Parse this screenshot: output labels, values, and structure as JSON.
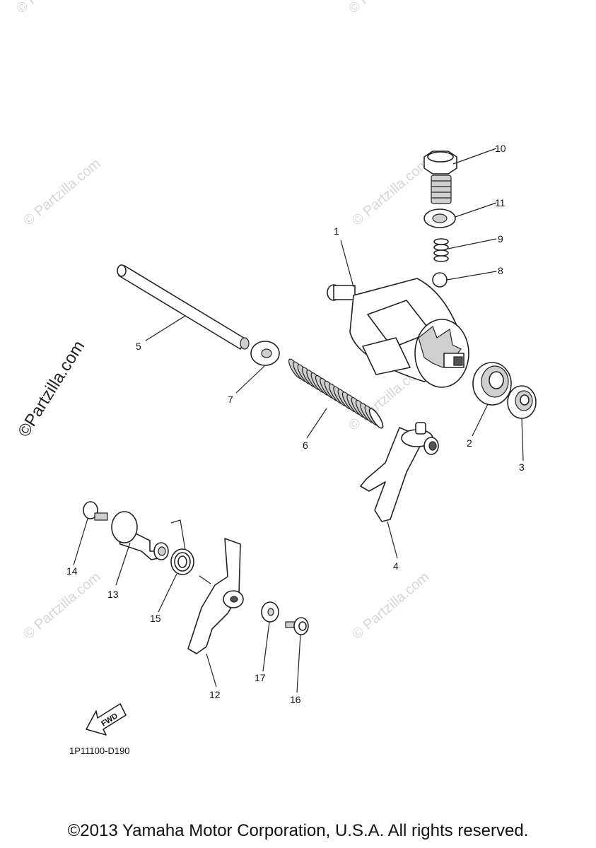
{
  "watermark": {
    "text": "© Partzilla.com",
    "side_text": "©Partzilla.com"
  },
  "callouts": [
    {
      "id": "1",
      "label": "1"
    },
    {
      "id": "2",
      "label": "2"
    },
    {
      "id": "3",
      "label": "3"
    },
    {
      "id": "4",
      "label": "4"
    },
    {
      "id": "5",
      "label": "5"
    },
    {
      "id": "6",
      "label": "6"
    },
    {
      "id": "7",
      "label": "7"
    },
    {
      "id": "8",
      "label": "8"
    },
    {
      "id": "9",
      "label": "9"
    },
    {
      "id": "10",
      "label": "10"
    },
    {
      "id": "11",
      "label": "11"
    },
    {
      "id": "12",
      "label": "12"
    },
    {
      "id": "13",
      "label": "13"
    },
    {
      "id": "14",
      "label": "14"
    },
    {
      "id": "15",
      "label": "15"
    },
    {
      "id": "16",
      "label": "16"
    },
    {
      "id": "17",
      "label": "17"
    }
  ],
  "fwd_label": "FWD",
  "diagram_code": "1P11100-D190",
  "copyright": "©2013 Yamaha Motor Corporation, U.S.A. All rights reserved."
}
